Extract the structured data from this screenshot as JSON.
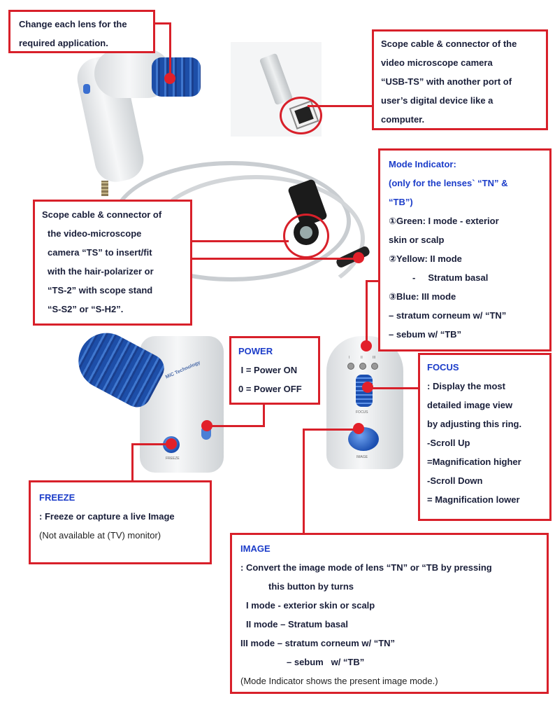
{
  "lens_box": {
    "lines": [
      "Change each lens for the",
      "required application."
    ]
  },
  "usb_box": {
    "lines": [
      "Scope cable & connector of the",
      "video microscope camera",
      "“USB-TS” with another port of",
      "user’s digital device like a",
      "computer."
    ]
  },
  "ts_box": {
    "lines": [
      "Scope cable & connector of",
      "the video-microscope",
      "camera “TS” to insert/fit",
      "with the hair-polarizer or",
      "“TS-2” with scope stand",
      "“S-S2” or “S-H2”."
    ]
  },
  "mode_box": {
    "title": "Mode Indicator:",
    "subtitle_lines": [
      "(only for the lenses` “TN” &",
      "“TB”)"
    ],
    "lines": [
      "①Green: I mode - exterior",
      "skin or scalp",
      "②Yellow: II mode",
      "-     Stratum basal",
      "③Blue: III mode",
      "– stratum corneum w/ “TN”",
      "– sebum w/ “TB”"
    ]
  },
  "power_box": {
    "title": "POWER",
    "lines": [
      " I = Power ON",
      "0 = Power OFF"
    ]
  },
  "focus_box": {
    "title": "FOCUS",
    "lines": [
      ": Display the most",
      "detailed image view",
      "by adjusting this ring.",
      "-Scroll Up",
      "=Magnification higher",
      "-Scroll Down",
      "= Magnification lower"
    ]
  },
  "freeze_box": {
    "title": "FREEZE",
    "desc": ": Freeze or capture a live Image",
    "note": "(Not available at (TV) monitor)"
  },
  "image_box": {
    "title": "IMAGE",
    "lines": [
      ": Convert the image mode of lens “TN” or “TB by pressing",
      "this button by turns",
      "I mode - exterior skin or scalp",
      "II mode – Stratum basal",
      "III mode – stratum corneum w/ “TN”",
      "– sebum   w/ “TB”"
    ],
    "note": "(Mode Indicator shows the present image mode.)"
  },
  "device_labels": {
    "brand": "MiC Technology",
    "freeze": "FREEZE",
    "focus": "FOCUS",
    "image": "IMAGE",
    "leds": [
      "I",
      "II",
      "III"
    ]
  },
  "colors": {
    "frame_red": "#d8202a",
    "heading_blue": "#1b3cc9",
    "lens_blue": "#2a5fc0"
  }
}
